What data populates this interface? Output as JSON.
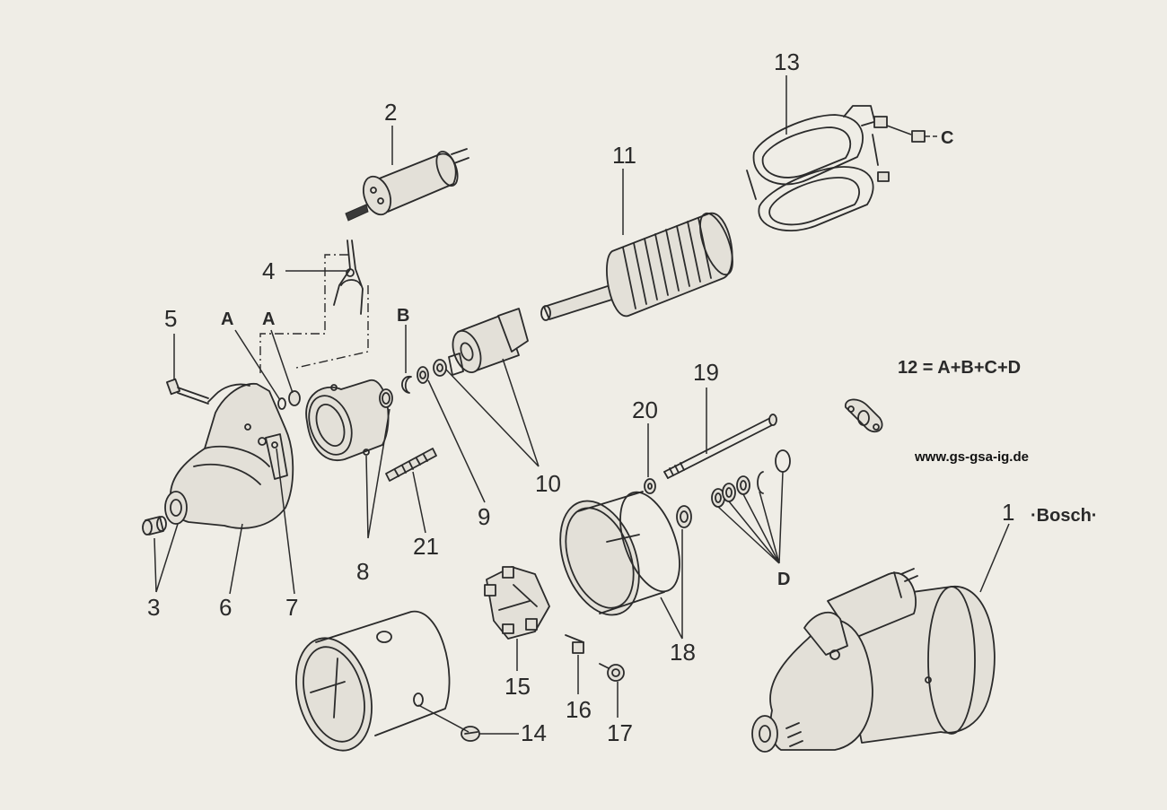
{
  "callouts": {
    "n1": "1",
    "n2": "2",
    "n3": "3",
    "n4": "4",
    "n5": "5",
    "n6": "6",
    "n7": "7",
    "n8": "8",
    "n9": "9",
    "n10": "10",
    "n11": "11",
    "n13": "13",
    "n14": "14",
    "n15": "15",
    "n16": "16",
    "n17": "17",
    "n18": "18",
    "n19": "19",
    "n20": "20",
    "n21": "21",
    "letter_a1": "A",
    "letter_a2": "A",
    "letter_b": "B",
    "letter_c": "C",
    "letter_d": "D"
  },
  "formula": "12 = A+B+C+D",
  "brand": "·Bosch·",
  "website": "www.gs-gsa-ig.de",
  "colors": {
    "paper": "#efede6",
    "ink": "#2b2b2b"
  },
  "icons": [
    "starter-motor-assembly",
    "solenoid",
    "armature",
    "field-coil",
    "pole-housing"
  ]
}
